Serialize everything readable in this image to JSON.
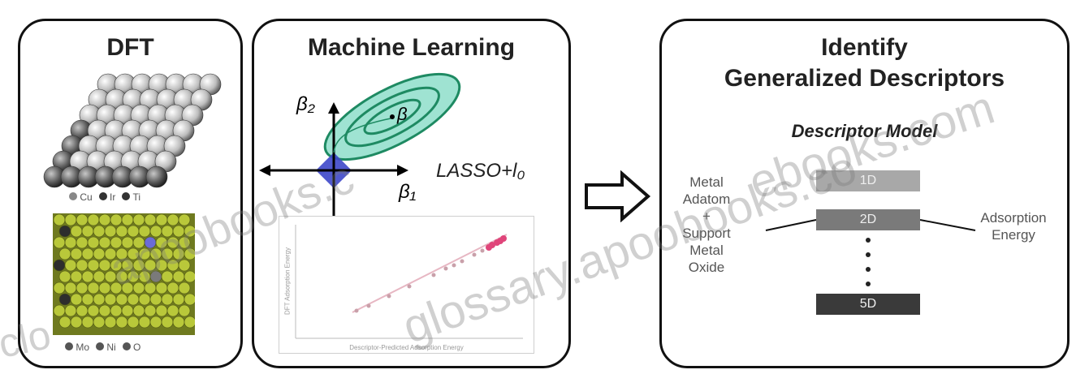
{
  "panels": {
    "dft": {
      "title": "DFT",
      "legend_top": [
        "Cu",
        "Ir",
        "Ti"
      ],
      "legend_bottom": [
        "Mo",
        "Ni",
        "O"
      ]
    },
    "ml": {
      "title": "Machine Learning",
      "beta_label": "β",
      "beta2_label": "β₂",
      "beta1_label": "β₁",
      "lasso_label": "LASSO+l₀",
      "plot_xlabel": "Descriptor-Predicted Adsorption Energy",
      "plot_ylabel": "DFT Adsorption Energy"
    },
    "identify": {
      "title_line1": "Identify",
      "title_line2": "Generalized Descriptors",
      "model_label": "Descriptor Model",
      "left_label": [
        "Metal",
        "Adatom",
        "+",
        "Support",
        "Metal",
        "Oxide"
      ],
      "right_label": [
        "Adsorption",
        "Energy"
      ],
      "bars": [
        "1D",
        "2D",
        "5D"
      ]
    }
  },
  "watermark": {
    "text1": "ebooks.com",
    "text2": "apoobooks.c",
    "text3": "glossary.apoobooks.co",
    "text4": "clo"
  },
  "colors": {
    "border": "#111111",
    "lasso_fill": "#9fe3d2",
    "lasso_stroke": "#1e8a62",
    "diamond": "#3d47c9",
    "bar_1d": "#a8a8a8",
    "bar_2d": "#7a7a7a",
    "bar_5d": "#3a3a3a",
    "oxide_green": "#b9c83a"
  }
}
